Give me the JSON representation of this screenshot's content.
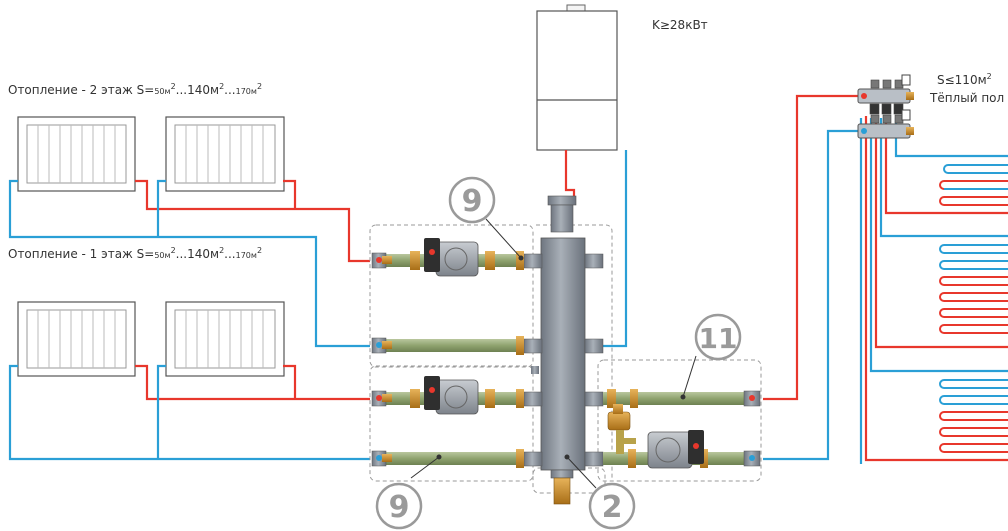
{
  "labels": {
    "floor2_prefix": "Отопление - 2 этаж S=",
    "floor1_prefix": "Отопление - 1 этаж S=",
    "area_a": "50м",
    "area_sep1": "...",
    "area_b": "140м",
    "area_sep2": "...",
    "area_c": "170м",
    "sup_small": "2",
    "sup_main": "2",
    "boiler_power": "K≥28кВт",
    "underfloor_area": "S≤110м",
    "underfloor_area_sup": "2",
    "underfloor_title": "Тёплый пол"
  },
  "callouts": {
    "c9_top": "9",
    "c11": "11",
    "c9_bottom": "9",
    "c2": "2"
  },
  "colors": {
    "supply": "#e8372c",
    "return": "#2a9fd6",
    "brass": "#c7892a",
    "pipe_green": "#97aa7a",
    "body_grey": "#8a9099",
    "dashed": "#9a9a9a",
    "callout": "#9a9a9a"
  }
}
